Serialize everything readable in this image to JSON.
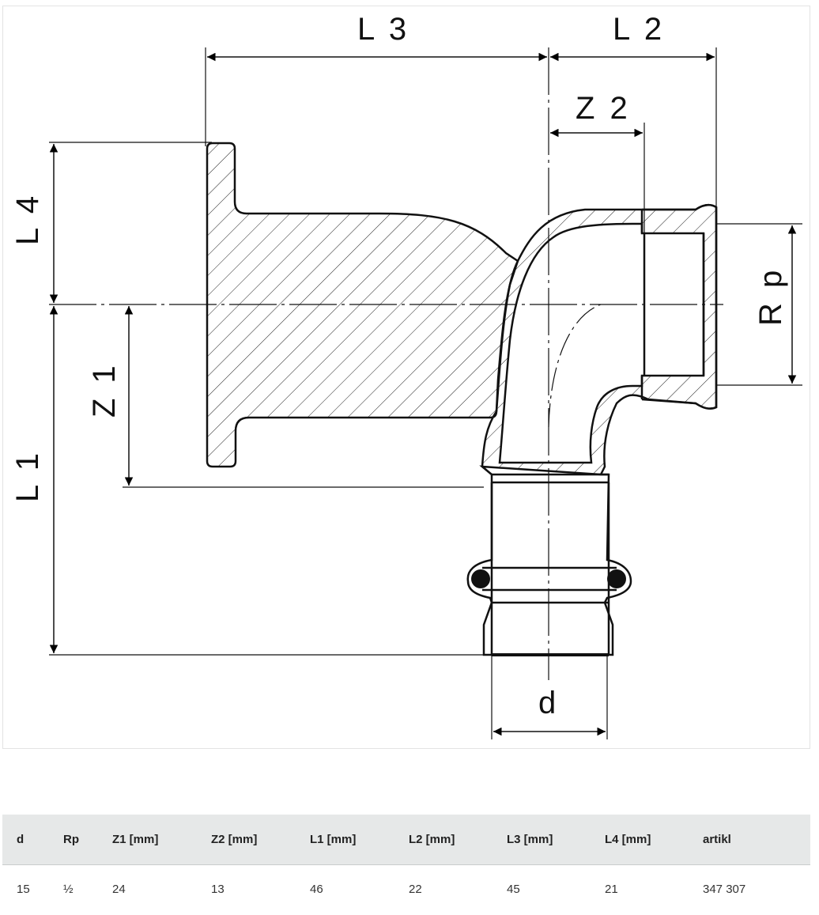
{
  "diagram": {
    "labels": {
      "L3": "L 3",
      "L2": "L 2",
      "Z2": "Z 2",
      "L4": "L 4",
      "Z1": "Z 1",
      "L1": "L 1",
      "Rp": "R p",
      "d": "d"
    }
  },
  "table": {
    "headers": [
      "d",
      "Rp",
      "Z1 [mm]",
      "Z2 [mm]",
      "L1 [mm]",
      "L2 [mm]",
      "L3 [mm]",
      "L4 [mm]",
      "artikl"
    ],
    "rows": [
      [
        "15",
        "½",
        "24",
        "13",
        "46",
        "22",
        "45",
        "21",
        "347 307"
      ]
    ]
  }
}
